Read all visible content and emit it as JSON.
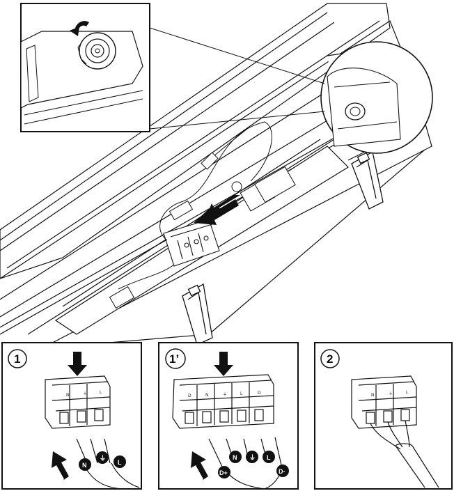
{
  "panels": [
    {
      "label": "1",
      "wire_labels": [
        "N",
        "⏚",
        "L"
      ]
    },
    {
      "label": "1’",
      "wire_labels": [
        "D+",
        "N",
        "⏚",
        "L",
        "D-"
      ]
    },
    {
      "label": "2",
      "wire_labels": []
    }
  ],
  "terminal_marks": {
    "p1": [
      "N",
      "⏚",
      "L"
    ],
    "p1b": [
      "D",
      "N",
      "⏚",
      "L",
      "D"
    ],
    "p2": [
      "N",
      "⏚",
      "L"
    ]
  },
  "colors": {
    "line": "#111111",
    "fill": "#ffffff",
    "accent": "#000000"
  },
  "icons": [
    "push-arrow-icon",
    "rotate-arrow-icon",
    "cable-gland-icon"
  ]
}
